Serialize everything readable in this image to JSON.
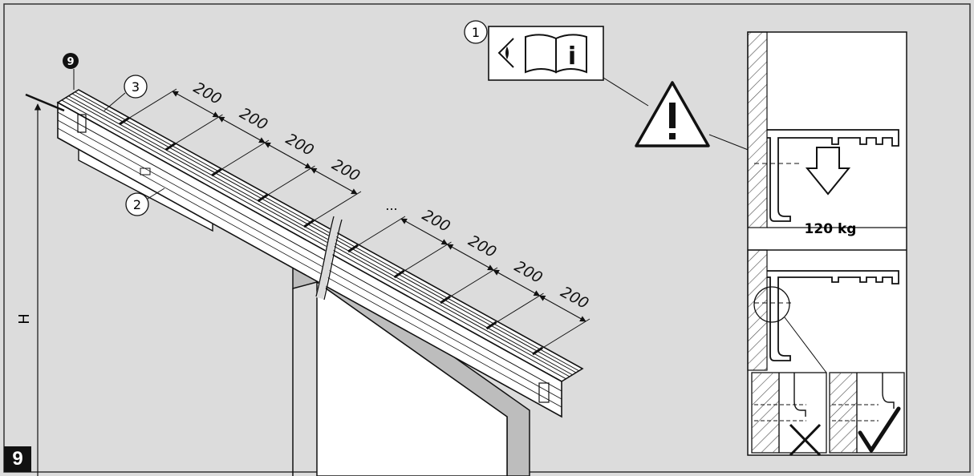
{
  "step_number": "9",
  "callouts": {
    "c1": "1",
    "c2": "2",
    "c3": "3",
    "c9": "9"
  },
  "dimension_labels": [
    "200",
    "200",
    "200",
    "200",
    "200",
    "200",
    "200",
    "200"
  ],
  "ellipsis": "...",
  "height_label": "H",
  "load_label": "120 kg",
  "icons": [
    "read-instructions-icon",
    "warning-icon",
    "arrow-down-icon",
    "cross-icon",
    "check-icon"
  ],
  "colors": {
    "background": "#dcdcdc",
    "line": "#111111",
    "panel": "#ffffff",
    "hatch": "#555555"
  }
}
